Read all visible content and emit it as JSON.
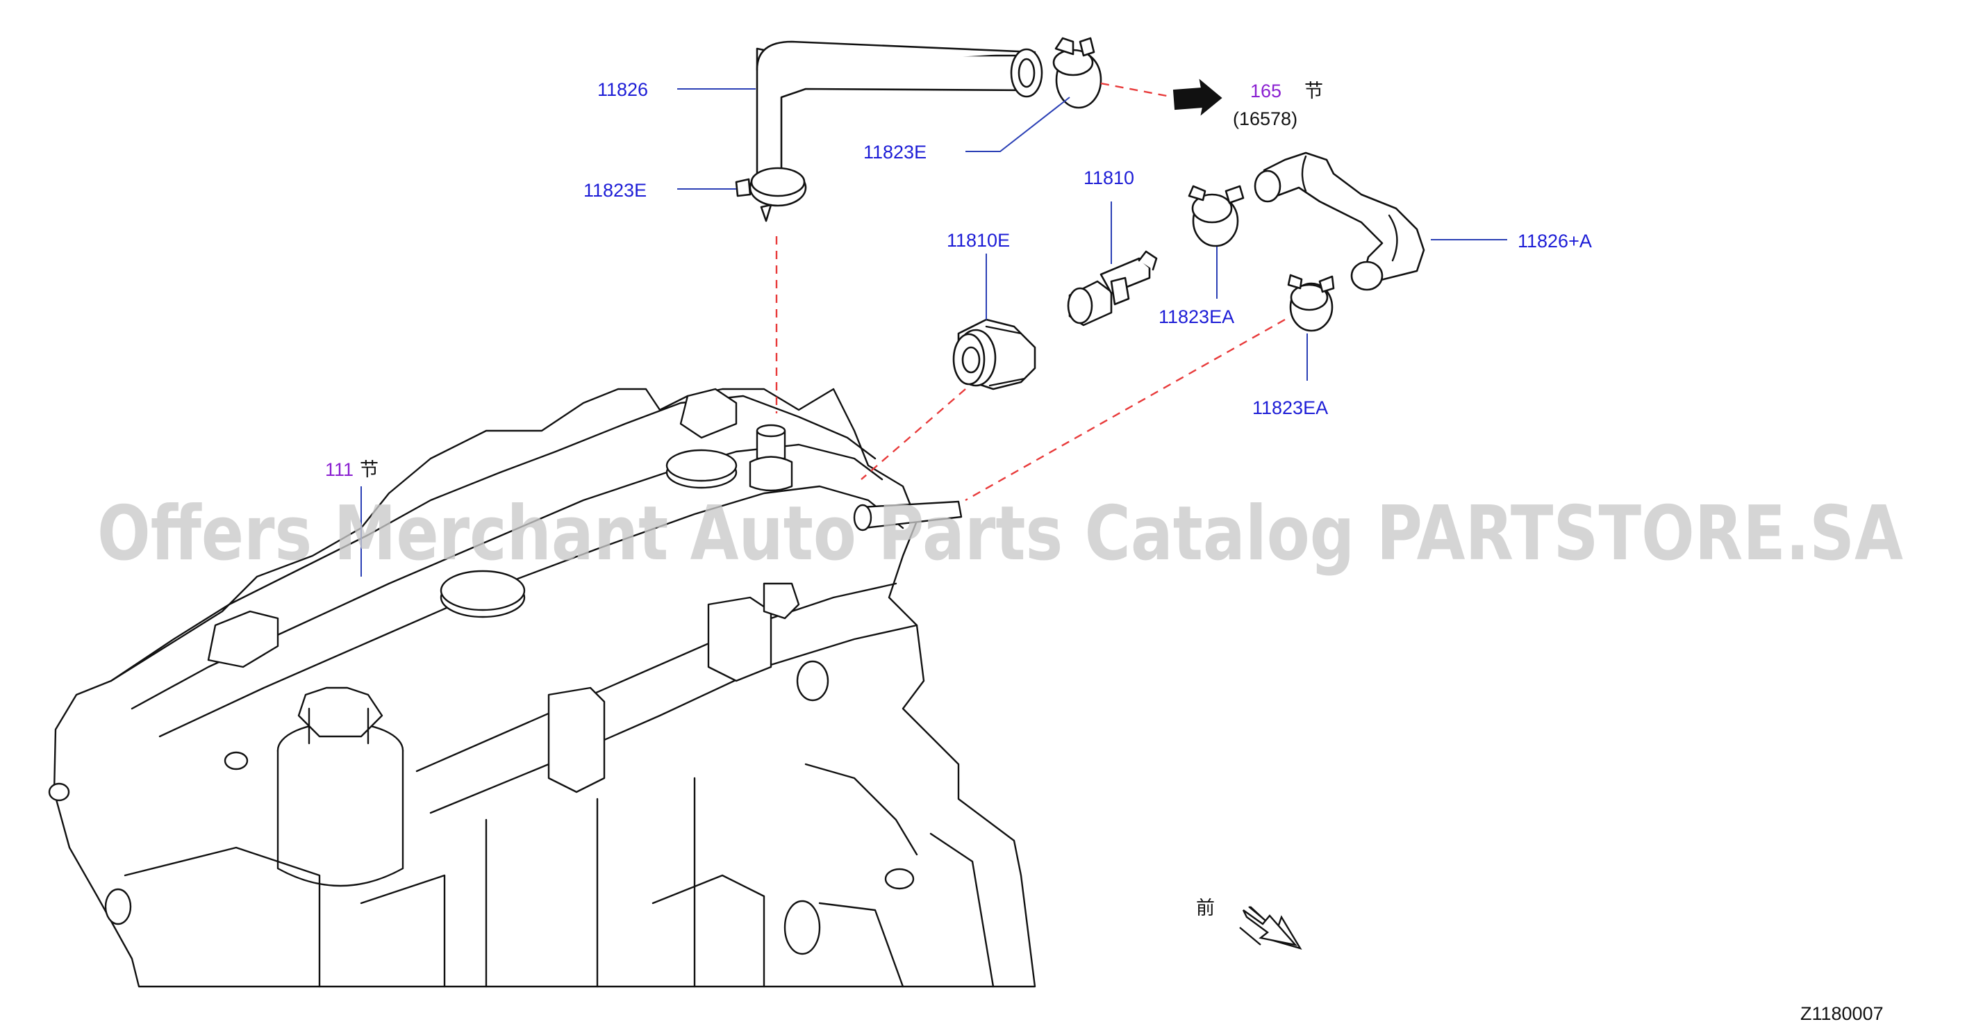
{
  "callouts": {
    "hose_upper": "11826",
    "clamp_upper_right": "11823E",
    "clamp_upper_left": "11823E",
    "ref_section": "165",
    "ref_section_suffix": "节",
    "ref_part": "(16578)",
    "pcv_valve": "11810",
    "grommet": "11810E",
    "clamp_ea_upper": "11823EA",
    "clamp_ea_lower": "11823EA",
    "hose_lower": "11826+A",
    "engine_section": "111",
    "engine_section_suffix": "节"
  },
  "front_label": "前",
  "diagram_code": "Z1180007",
  "watermark": "Offers Merchant Auto Parts Catalog PARTSTORE.SA",
  "colors": {
    "part_number": "#1c1cd6",
    "section_ref": "#8a1fd1",
    "connection_dash": "#e83a3a",
    "leader_line": "#2a3fb5",
    "line_art": "#111111"
  }
}
